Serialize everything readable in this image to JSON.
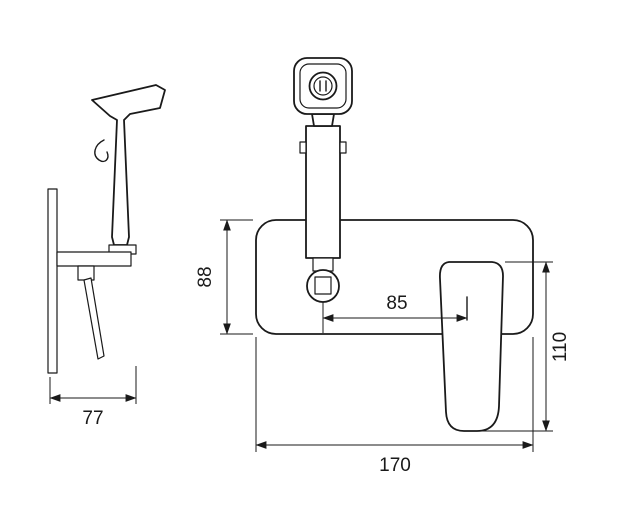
{
  "drawing": {
    "type": "technical-dimension-drawing",
    "subject": "concealed bidet sprayer mixer, side view and front view",
    "background_color": "#ffffff",
    "line_color": "#1a1a1a",
    "dimensions": {
      "side_depth": "77",
      "plate_height": "88",
      "handle_offset": "85",
      "handle_height": "110",
      "plate_width": "170"
    }
  }
}
